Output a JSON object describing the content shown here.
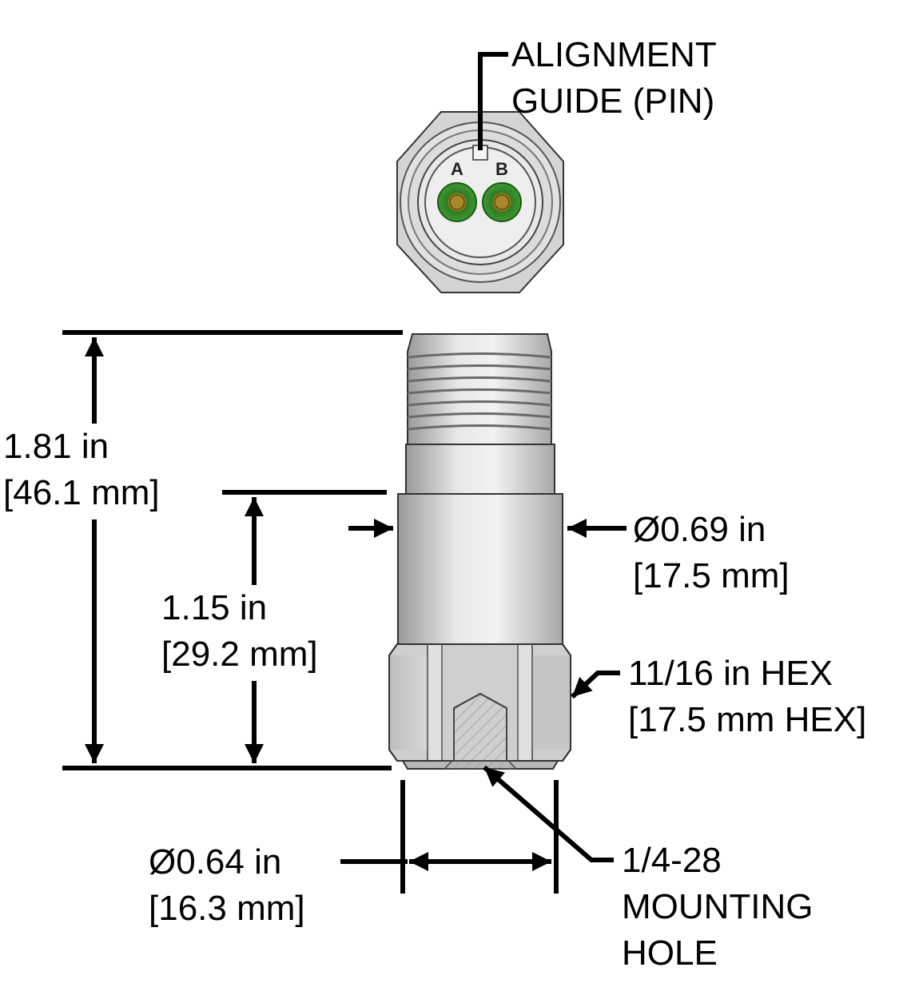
{
  "connector_view": {
    "callout_line1": "ALIGNMENT",
    "callout_line2": "GUIDE (PIN)",
    "pin_a": "A",
    "pin_b": "B"
  },
  "dimensions": {
    "overall_height": {
      "imperial": "1.81 in",
      "metric": "[46.1 mm]"
    },
    "body_height": {
      "imperial": "1.15 in",
      "metric": "[29.2 mm]"
    },
    "body_diameter": {
      "imperial": "Ø0.69 in",
      "metric": "[17.5 mm]"
    },
    "hex_size": {
      "imperial": "11/16 in HEX",
      "metric": "[17.5 mm HEX]"
    },
    "base_diameter": {
      "imperial": "Ø0.64 in",
      "metric": "[16.3 mm]"
    },
    "mounting_hole": {
      "line1": "1/4-28",
      "line2": "MOUNTING",
      "line3": "HOLE"
    }
  },
  "colors": {
    "line": "#000000",
    "steel_light": "#e6e6e6",
    "steel_mid": "#c8c8c8",
    "steel_dark": "#8c8c8c",
    "pin_green": "#3a8a2e",
    "pin_gold": "#a8882a"
  }
}
